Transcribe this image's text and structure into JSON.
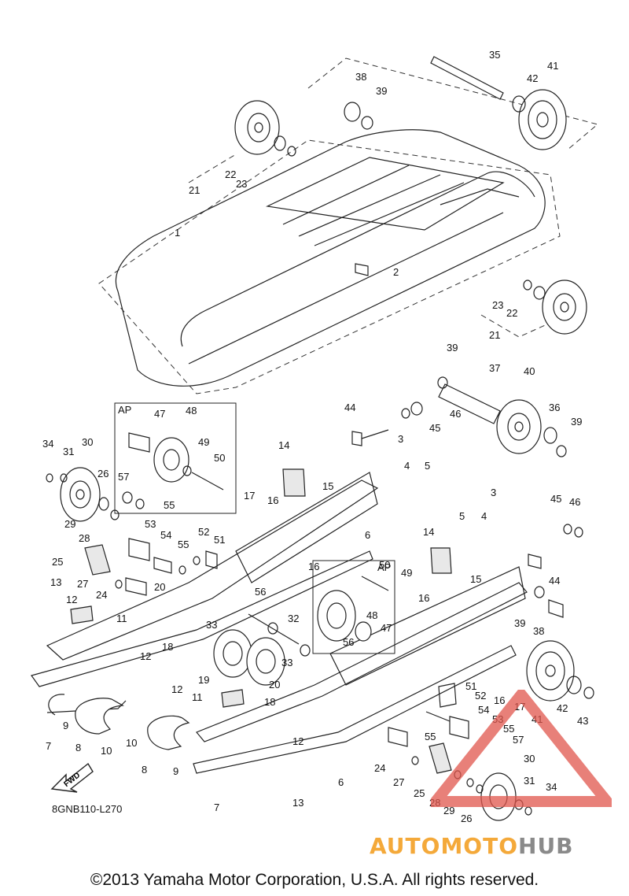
{
  "diagram": {
    "code": "8GNB110-L270",
    "fwd_label": "FWD",
    "ap_box_label": "AP",
    "callouts": [
      {
        "id": "35",
        "label": "35"
      },
      {
        "id": "41a",
        "label": "41"
      },
      {
        "id": "42a",
        "label": "42"
      },
      {
        "id": "38a",
        "label": "38"
      },
      {
        "id": "39a",
        "label": "39"
      },
      {
        "id": "22a",
        "label": "22"
      },
      {
        "id": "23a",
        "label": "23"
      },
      {
        "id": "21a",
        "label": "21"
      },
      {
        "id": "1",
        "label": "1"
      },
      {
        "id": "2",
        "label": "2"
      },
      {
        "id": "23b",
        "label": "23"
      },
      {
        "id": "22b",
        "label": "22"
      },
      {
        "id": "21b",
        "label": "21"
      },
      {
        "id": "39b",
        "label": "39"
      },
      {
        "id": "37",
        "label": "37"
      },
      {
        "id": "40",
        "label": "40"
      },
      {
        "id": "44a",
        "label": "44"
      },
      {
        "id": "46a",
        "label": "46"
      },
      {
        "id": "45a",
        "label": "45"
      },
      {
        "id": "36",
        "label": "36"
      },
      {
        "id": "39c",
        "label": "39"
      },
      {
        "id": "3a",
        "label": "3"
      },
      {
        "id": "4a",
        "label": "4"
      },
      {
        "id": "5a",
        "label": "5"
      },
      {
        "id": "47a",
        "label": "47"
      },
      {
        "id": "48a",
        "label": "48"
      },
      {
        "id": "49a",
        "label": "49"
      },
      {
        "id": "50a",
        "label": "50"
      },
      {
        "id": "57a",
        "label": "57"
      },
      {
        "id": "55a",
        "label": "55"
      },
      {
        "id": "53a",
        "label": "53"
      },
      {
        "id": "54a",
        "label": "54"
      },
      {
        "id": "55b",
        "label": "55"
      },
      {
        "id": "52a",
        "label": "52"
      },
      {
        "id": "51a",
        "label": "51"
      },
      {
        "id": "34a",
        "label": "34"
      },
      {
        "id": "31a",
        "label": "31"
      },
      {
        "id": "30a",
        "label": "30"
      },
      {
        "id": "26a",
        "label": "26"
      },
      {
        "id": "29a",
        "label": "29"
      },
      {
        "id": "28a",
        "label": "28"
      },
      {
        "id": "14a",
        "label": "14"
      },
      {
        "id": "15a",
        "label": "15"
      },
      {
        "id": "17a",
        "label": "17"
      },
      {
        "id": "16a",
        "label": "16"
      },
      {
        "id": "3b",
        "label": "3"
      },
      {
        "id": "5b",
        "label": "5"
      },
      {
        "id": "4b",
        "label": "4"
      },
      {
        "id": "45b",
        "label": "45"
      },
      {
        "id": "46b",
        "label": "46"
      },
      {
        "id": "44b",
        "label": "44"
      },
      {
        "id": "25a",
        "label": "25"
      },
      {
        "id": "27a",
        "label": "27"
      },
      {
        "id": "24a",
        "label": "24"
      },
      {
        "id": "6a",
        "label": "6"
      },
      {
        "id": "16b",
        "label": "16"
      },
      {
        "id": "56a",
        "label": "56"
      },
      {
        "id": "14b",
        "label": "14"
      },
      {
        "id": "15b",
        "label": "15"
      },
      {
        "id": "13a",
        "label": "13"
      },
      {
        "id": "12a",
        "label": "12"
      },
      {
        "id": "11a",
        "label": "11"
      },
      {
        "id": "20a",
        "label": "20"
      },
      {
        "id": "33a",
        "label": "33"
      },
      {
        "id": "32",
        "label": "32"
      },
      {
        "id": "50b",
        "label": "50"
      },
      {
        "id": "49b",
        "label": "49"
      },
      {
        "id": "48b",
        "label": "48"
      },
      {
        "id": "47b",
        "label": "47"
      },
      {
        "id": "16c",
        "label": "16"
      },
      {
        "id": "56b",
        "label": "56"
      },
      {
        "id": "39d",
        "label": "39"
      },
      {
        "id": "38b",
        "label": "38"
      },
      {
        "id": "18a",
        "label": "18"
      },
      {
        "id": "12b",
        "label": "12"
      },
      {
        "id": "33b",
        "label": "33"
      },
      {
        "id": "19",
        "label": "19"
      },
      {
        "id": "20b",
        "label": "20"
      },
      {
        "id": "18b",
        "label": "18"
      },
      {
        "id": "12c",
        "label": "12"
      },
      {
        "id": "11b",
        "label": "11"
      },
      {
        "id": "12d",
        "label": "12"
      },
      {
        "id": "7a",
        "label": "7"
      },
      {
        "id": "9a",
        "label": "9"
      },
      {
        "id": "8a",
        "label": "8"
      },
      {
        "id": "10a",
        "label": "10"
      },
      {
        "id": "10b",
        "label": "10"
      },
      {
        "id": "8b",
        "label": "8"
      },
      {
        "id": "9b",
        "label": "9"
      },
      {
        "id": "51b",
        "label": "51"
      },
      {
        "id": "52b",
        "label": "52"
      },
      {
        "id": "54b",
        "label": "54"
      },
      {
        "id": "53b",
        "label": "53"
      },
      {
        "id": "55c",
        "label": "55"
      },
      {
        "id": "57b",
        "label": "57"
      },
      {
        "id": "55d",
        "label": "55"
      },
      {
        "id": "16d",
        "label": "16"
      },
      {
        "id": "17b",
        "label": "17"
      },
      {
        "id": "41b",
        "label": "41"
      },
      {
        "id": "42b",
        "label": "42"
      },
      {
        "id": "43",
        "label": "43"
      },
      {
        "id": "24b",
        "label": "24"
      },
      {
        "id": "27b",
        "label": "27"
      },
      {
        "id": "25b",
        "label": "25"
      },
      {
        "id": "28b",
        "label": "28"
      },
      {
        "id": "29b",
        "label": "29"
      },
      {
        "id": "26b",
        "label": "26"
      },
      {
        "id": "30b",
        "label": "30"
      },
      {
        "id": "31b",
        "label": "31"
      },
      {
        "id": "34b",
        "label": "34"
      },
      {
        "id": "6b",
        "label": "6"
      },
      {
        "id": "13b",
        "label": "13"
      },
      {
        "id": "7b",
        "label": "7"
      }
    ]
  },
  "watermark": {
    "text_a": "AUTOMOTO",
    "text_b": "HUB",
    "color_a": "#f4a93a",
    "color_b": "#8a8a8a",
    "logo_color": "#e0564c"
  },
  "footer": {
    "copyright": "©2013 Yamaha Motor Corporation, U.S.A. All rights reserved."
  }
}
